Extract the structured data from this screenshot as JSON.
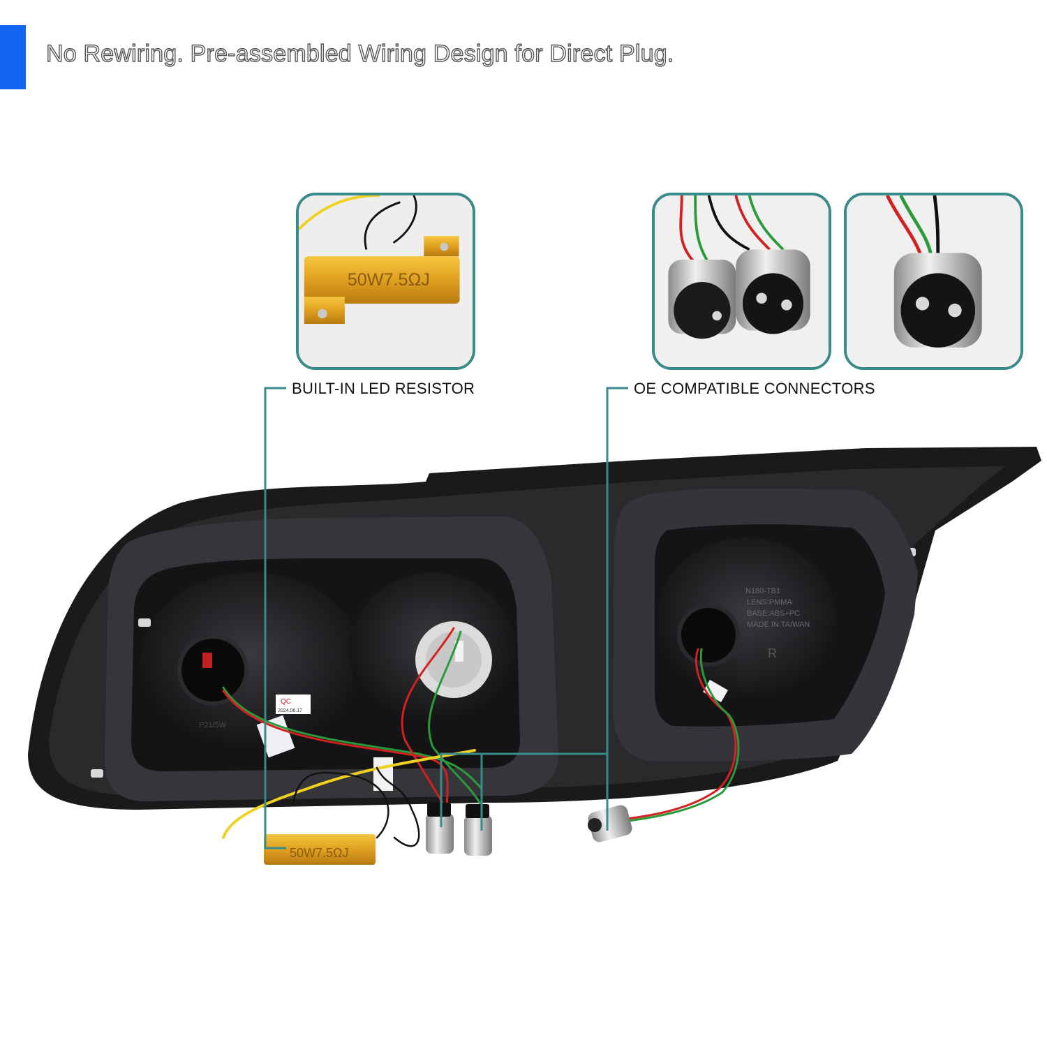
{
  "headline": "No Rewiring. Pre-assembled Wiring Design for Direct Plug.",
  "callouts": {
    "resistor": "BUILT-IN LED RESISTOR",
    "connectors": "OE COMPATIBLE CONNECTORS"
  },
  "resistor_marking": "50W7.5ΩJ",
  "resistor_marking_small": "50W7.5ΩJ",
  "lamp_markings": {
    "model": "N180-TB1",
    "lens": "LENS:PMMA",
    "base": "BASE:ABS+PC",
    "origin": "MADE IN TAIWAN",
    "side": "R",
    "bulb": "P21/5W",
    "qc": "QC",
    "qc_date": "2024.06.17"
  },
  "colors": {
    "accent_blue": "#1466f0",
    "callout_teal": "#3a8a8c",
    "housing_black": "#1a1a1c",
    "resistor_gold": "#e0a020",
    "wire_red": "#d42020",
    "wire_green": "#2a9a3a",
    "wire_yellow": "#f0d020"
  }
}
